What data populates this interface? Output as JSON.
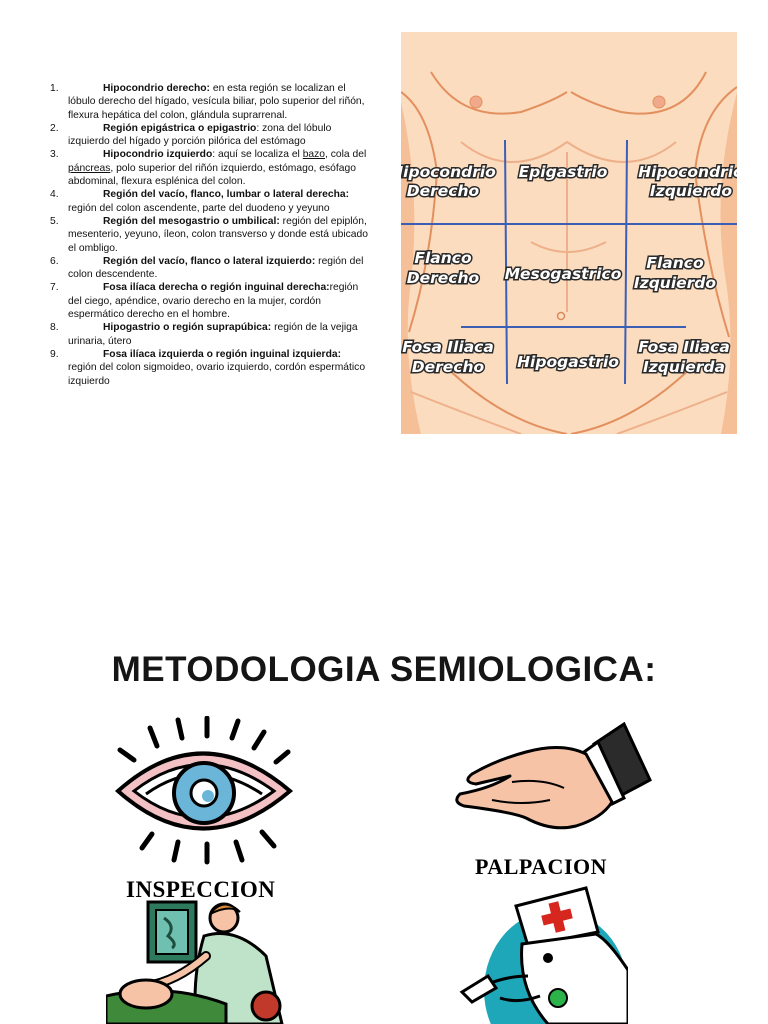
{
  "regions_list": [
    {
      "num": "1.",
      "title": "Hipocondrio derecho:",
      "text": " en esta región se localizan el lóbulo derecho del hígado, vesícula biliar, polo superior del riñón, flexura hepática del colon, glándula suprarrenal."
    },
    {
      "num": "2.",
      "title": "Región epigástrica o epigastrio",
      "text": ": zona del lóbulo izquierdo del hígado y porción pilórica del estómago"
    },
    {
      "num": "3.",
      "title": "Hipocondrio izquierdo",
      "text": ": aquí se localiza el ",
      "link1": "bazo",
      "text2": ", cola del ",
      "link2": "páncreas",
      "text3": ", polo superior del riñón izquierdo, estómago, esófago abdominal, flexura esplénica del colon."
    },
    {
      "num": "4.",
      "title": "Región del vacío, flanco, lumbar o lateral derecha:",
      "text": " región del colon ascendente, parte del duodeno y yeyuno"
    },
    {
      "num": "5.",
      "title": "Región del mesogastrio o umbilical:",
      "text": " región del epiplón, mesenterio, yeyuno, íleon, colon transverso y donde está ubicado el ombligo."
    },
    {
      "num": "6.",
      "title": "Región del vacío, flanco o lateral izquierdo:",
      "text": " región del colon descendente."
    },
    {
      "num": "7.",
      "title": "Fosa ilíaca derecha o región inguinal derecha:",
      "text": "región del ciego, apéndice, ovario derecho en la mujer, cordón espermático derecho en el hombre."
    },
    {
      "num": "8.",
      "title": "Hipogastrio o región suprapúbica:",
      "text": " región de la vejiga urinaria, útero"
    },
    {
      "num": "9.",
      "title": "Fosa ilíaca izquierda o región inguinal izquierda:",
      "text": " región del colon sigmoideo, ovario izquierdo, cordón espermático izquierdo"
    }
  ],
  "diagram": {
    "labels": {
      "hipocondrio_derecho": [
        "Hipocondrio",
        "Derecho"
      ],
      "epigastrio": [
        "Epigastrio"
      ],
      "hipocondrio_izquierdo": [
        "Hipocondrio",
        "Izquierdo"
      ],
      "flanco_derecho": [
        "Flanco",
        "Derecho"
      ],
      "mesogastrico": [
        "Mesogastrico"
      ],
      "flanco_izquierdo": [
        "Flanco",
        "Izquierdo"
      ],
      "fosa_iliaca_derecho": [
        "Fosa Iliaca",
        "Derecho"
      ],
      "hipogastrio": [
        "Hipogastrio"
      ],
      "fosa_iliaca_izquierda": [
        "Fosa Iliaca",
        "Izquierda"
      ]
    },
    "colors": {
      "skin": "#fbd9b8",
      "skin_shadow": "#f3b48e",
      "grid_line": "#3b5fb5",
      "outline": "#e3905f"
    }
  },
  "method": {
    "title": "METODOLOGIA SEMIOLOGICA:",
    "inspection_label": "INSPECCION",
    "palpation_label": "PALPACION"
  }
}
